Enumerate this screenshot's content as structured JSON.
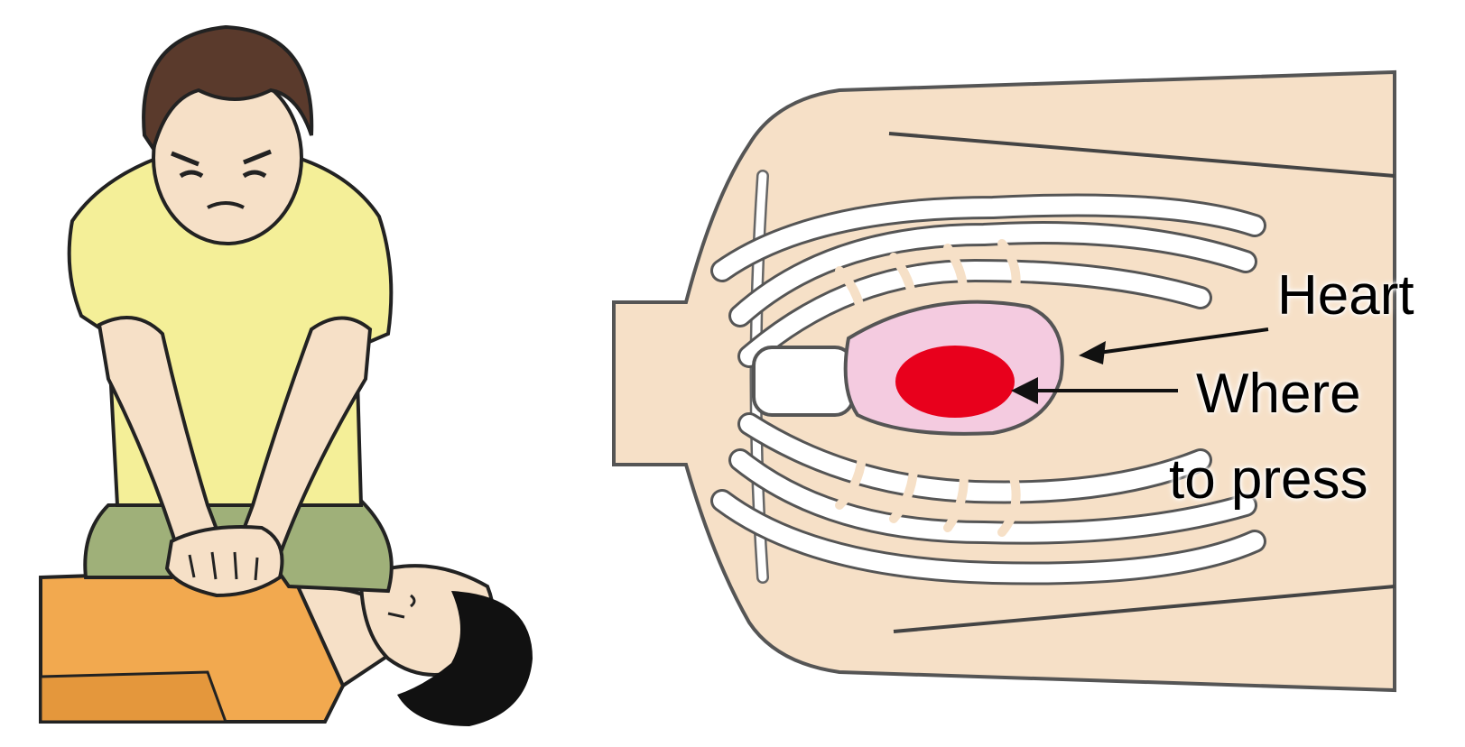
{
  "labels": {
    "heart": "Heart",
    "where_to_press_line1": "Where",
    "where_to_press_line2": "to press"
  },
  "colors": {
    "skin": "#f6e0c7",
    "shirt_rescuer": "#f4ef98",
    "shorts_rescuer": "#9fb079",
    "hair": "#5a3a2c",
    "shirt_victim": "#f2a94f",
    "victim_hair": "#111111",
    "ribs": "#ffffff",
    "heart_region": "#f4cbe0",
    "press_spot": "#e8001c",
    "outline": "#222222"
  },
  "icons": [
    "rescuer-illustration",
    "victim-illustration",
    "torso-diagram",
    "rib-cage",
    "heart-region",
    "press-spot",
    "heart-arrow",
    "press-arrow"
  ]
}
